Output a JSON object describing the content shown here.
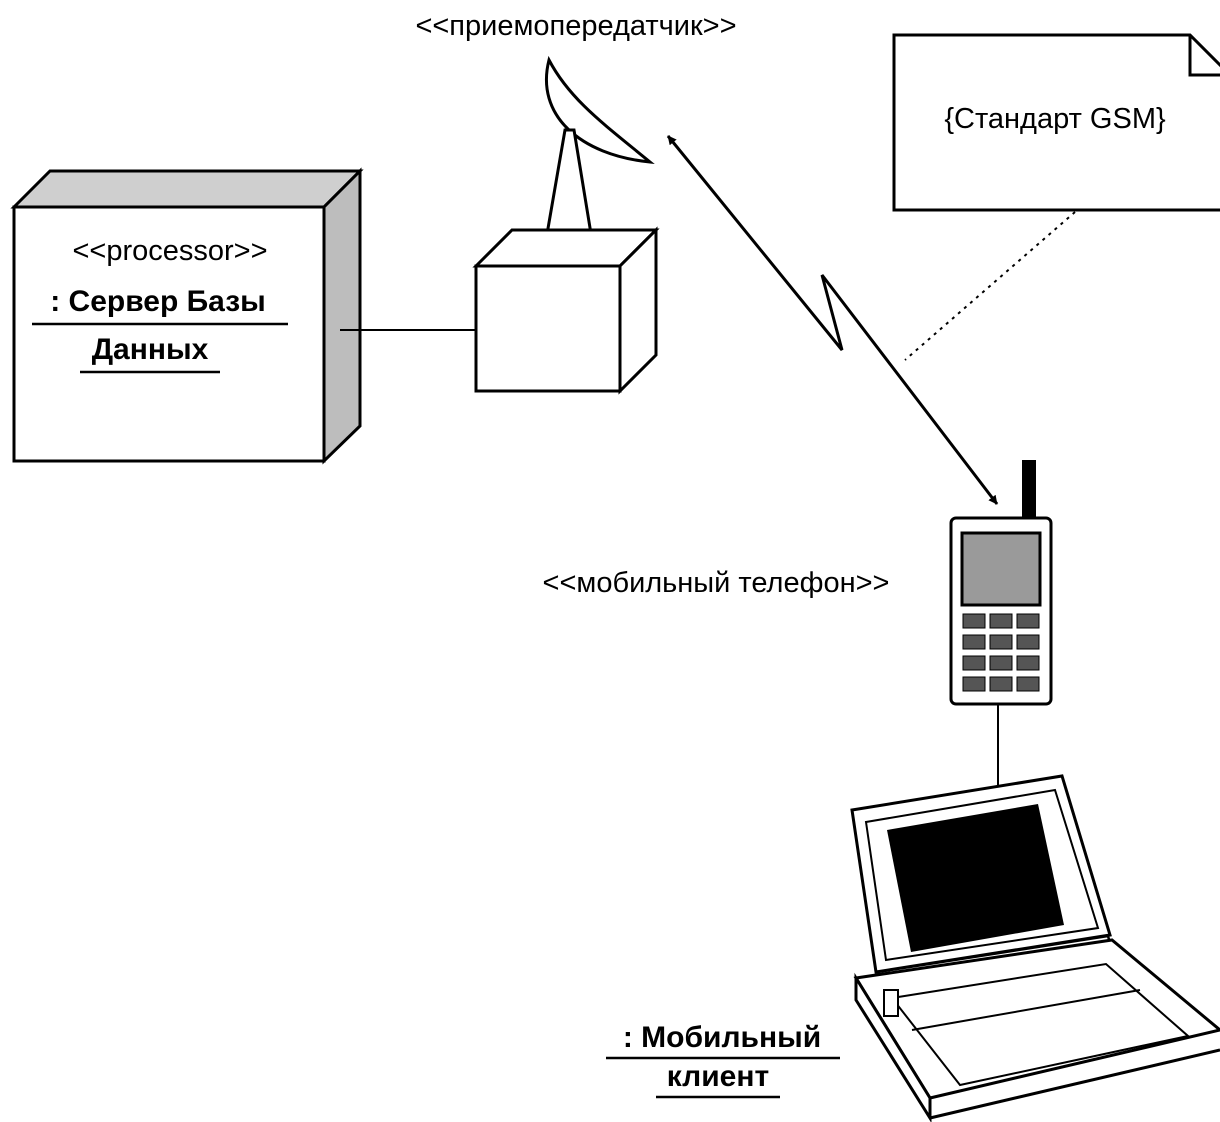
{
  "server": {
    "stereotype": "<<processor>>",
    "name_line1": ": Сервер Базы",
    "name_line2": "Данных"
  },
  "transceiver": {
    "stereotype": "<<приемопередатчик>>"
  },
  "note": {
    "text": "{Стандарт GSM}"
  },
  "phone": {
    "stereotype": "<<мобильный телефон>>"
  },
  "client": {
    "name_line1": ": Мобильный",
    "name_line2": "клиент"
  }
}
